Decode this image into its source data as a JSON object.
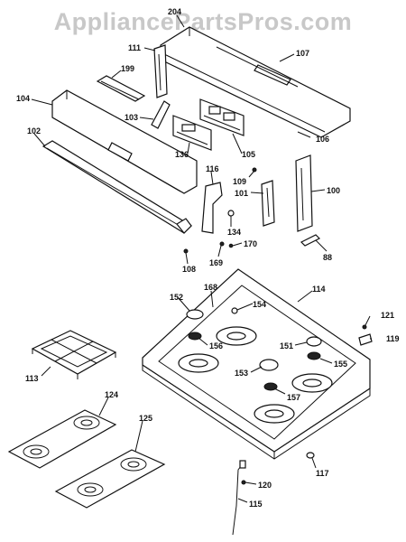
{
  "watermark": "AppliancePartsPros.com",
  "part_labels": {
    "p204": "204",
    "p111": "111",
    "p107": "107",
    "p199": "199",
    "p104": "104",
    "p103": "103",
    "p102": "102",
    "p136": "136",
    "p105": "105",
    "p106": "106",
    "p116": "116",
    "p109": "109",
    "p101": "101",
    "p100": "100",
    "p134": "134",
    "p170": "170",
    "p169": "169",
    "p88": "88",
    "p108": "108",
    "p152": "152",
    "p168": "168",
    "p154": "154",
    "p114": "114",
    "p121": "121",
    "p156": "156",
    "p151": "151",
    "p119": "119",
    "p113": "113",
    "p153": "153",
    "p155": "155",
    "p157": "157",
    "p124": "124",
    "p125": "125",
    "p117": "117",
    "p120": "120",
    "p115": "115"
  }
}
